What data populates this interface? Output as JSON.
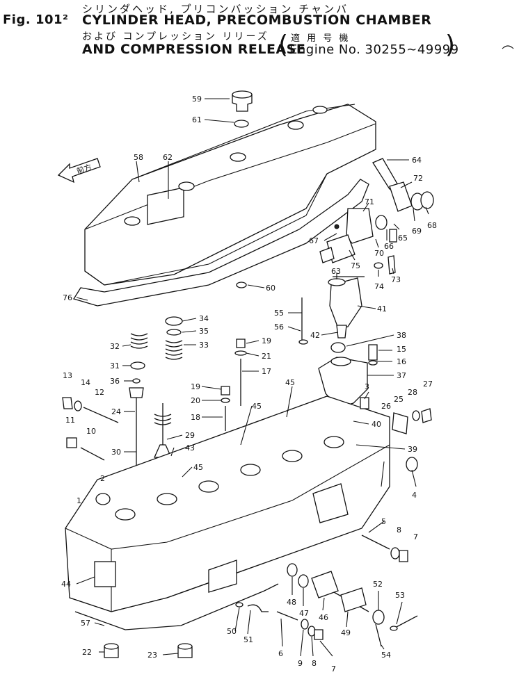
{
  "header": {
    "figure_no": "Fig. 101²",
    "title_jp_1": "シリンダヘッド, プリコンバッション チャンバ",
    "title_en_1": "CYLINDER HEAD, PRECOMBUSTION CHAMBER",
    "title_jp_2": "および コンプレッション リリーズ",
    "title_en_2": "AND COMPRESSION RELEASE",
    "applicability_jp": "適 用 号 機",
    "applicability_en": "Engine No. 30255∼49999",
    "paren_open": "(",
    "paren_close": ")"
  },
  "arrow_label": "前方",
  "part_labels": [
    {
      "id": "l59",
      "text": "59"
    },
    {
      "id": "l61",
      "text": "61"
    },
    {
      "id": "l58",
      "text": "58"
    },
    {
      "id": "l62",
      "text": "62"
    },
    {
      "id": "l64",
      "text": "64"
    },
    {
      "id": "l72",
      "text": "72"
    },
    {
      "id": "l71",
      "text": "71"
    },
    {
      "id": "l68",
      "text": "68"
    },
    {
      "id": "l69",
      "text": "69"
    },
    {
      "id": "l65",
      "text": "65"
    },
    {
      "id": "l67",
      "text": "67"
    },
    {
      "id": "l66",
      "text": "66"
    },
    {
      "id": "l70",
      "text": "70"
    },
    {
      "id": "l75",
      "text": "75"
    },
    {
      "id": "l63",
      "text": "63"
    },
    {
      "id": "l74",
      "text": "74"
    },
    {
      "id": "l73",
      "text": "73"
    },
    {
      "id": "l60",
      "text": "60"
    },
    {
      "id": "l76",
      "text": "76"
    },
    {
      "id": "l41",
      "text": "41"
    },
    {
      "id": "l55",
      "text": "55"
    },
    {
      "id": "l56",
      "text": "56"
    },
    {
      "id": "l42",
      "text": "42"
    },
    {
      "id": "l38",
      "text": "38"
    },
    {
      "id": "l15",
      "text": "15"
    },
    {
      "id": "l16",
      "text": "16"
    },
    {
      "id": "l37",
      "text": "37"
    },
    {
      "id": "l34",
      "text": "34"
    },
    {
      "id": "l35",
      "text": "35"
    },
    {
      "id": "l33",
      "text": "33"
    },
    {
      "id": "l32",
      "text": "32"
    },
    {
      "id": "l31",
      "text": "31"
    },
    {
      "id": "l36",
      "text": "36"
    },
    {
      "id": "l19a",
      "text": "19"
    },
    {
      "id": "l21",
      "text": "21"
    },
    {
      "id": "l17",
      "text": "17"
    },
    {
      "id": "l19b",
      "text": "19"
    },
    {
      "id": "l20",
      "text": "20"
    },
    {
      "id": "l18",
      "text": "18"
    },
    {
      "id": "l13",
      "text": "13"
    },
    {
      "id": "l14",
      "text": "14"
    },
    {
      "id": "l12",
      "text": "12"
    },
    {
      "id": "l24",
      "text": "24"
    },
    {
      "id": "l11",
      "text": "11"
    },
    {
      "id": "l10",
      "text": "10"
    },
    {
      "id": "l30",
      "text": "30"
    },
    {
      "id": "l29",
      "text": "29"
    },
    {
      "id": "l43",
      "text": "43"
    },
    {
      "id": "l45a",
      "text": "45"
    },
    {
      "id": "l45b",
      "text": "45"
    },
    {
      "id": "l45c",
      "text": "45"
    },
    {
      "id": "l3",
      "text": "3"
    },
    {
      "id": "l27",
      "text": "27"
    },
    {
      "id": "l25",
      "text": "25"
    },
    {
      "id": "l28",
      "text": "28"
    },
    {
      "id": "l26",
      "text": "26"
    },
    {
      "id": "l40",
      "text": "40"
    },
    {
      "id": "l39",
      "text": "39"
    },
    {
      "id": "l2",
      "text": "2"
    },
    {
      "id": "l1",
      "text": "1"
    },
    {
      "id": "l4",
      "text": "4"
    },
    {
      "id": "l5",
      "text": "5"
    },
    {
      "id": "l8a",
      "text": "8"
    },
    {
      "id": "l7a",
      "text": "7"
    },
    {
      "id": "l44",
      "text": "44"
    },
    {
      "id": "l48",
      "text": "48"
    },
    {
      "id": "l47",
      "text": "47"
    },
    {
      "id": "l46",
      "text": "46"
    },
    {
      "id": "l52",
      "text": "52"
    },
    {
      "id": "l53",
      "text": "53"
    },
    {
      "id": "l49",
      "text": "49"
    },
    {
      "id": "l57",
      "text": "57"
    },
    {
      "id": "l50",
      "text": "50"
    },
    {
      "id": "l51",
      "text": "51"
    },
    {
      "id": "l6",
      "text": "6"
    },
    {
      "id": "l9",
      "text": "9"
    },
    {
      "id": "l8b",
      "text": "8"
    },
    {
      "id": "l7b",
      "text": "7"
    },
    {
      "id": "l54",
      "text": "54"
    },
    {
      "id": "l22",
      "text": "22"
    },
    {
      "id": "l23",
      "text": "23"
    }
  ]
}
